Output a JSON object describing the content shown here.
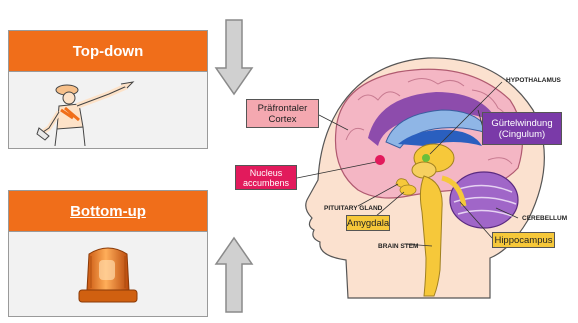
{
  "cards": {
    "top": {
      "title": "Top-down"
    },
    "bottom": {
      "title": "Bottom-up"
    }
  },
  "brain": {
    "labels": {
      "praefrontaler_cortex": "Präfrontaler Cortex",
      "nucleus_accumbens": "Nucleus accumbens",
      "guertelwindung": "Gürtelwindung (Cingulum)",
      "amygdala": "Amygdala",
      "hippocampus": "Hippocampus",
      "hypothalamus": "HYPOTHALAMUS",
      "pituitary_gland": "PITUITARY GLAND",
      "cerebellum": "CEREBELLUM",
      "brain_stem": "BRAIN STEM"
    }
  },
  "colors": {
    "accent_orange": "#f06e1a",
    "arrow_gray": "#c8c8c8",
    "cortex_pink": "#f4b6c4",
    "cingulum_purple": "#7a3aa8",
    "highlight_yellow": "#f6c83a",
    "nucleus_magenta": "#e21a5c"
  },
  "icons": {
    "top_card_image": "pointing-officer-icon",
    "bottom_card_image": "siren-light-icon",
    "down_arrow": "arrow-down-icon",
    "up_arrow": "arrow-up-icon"
  }
}
